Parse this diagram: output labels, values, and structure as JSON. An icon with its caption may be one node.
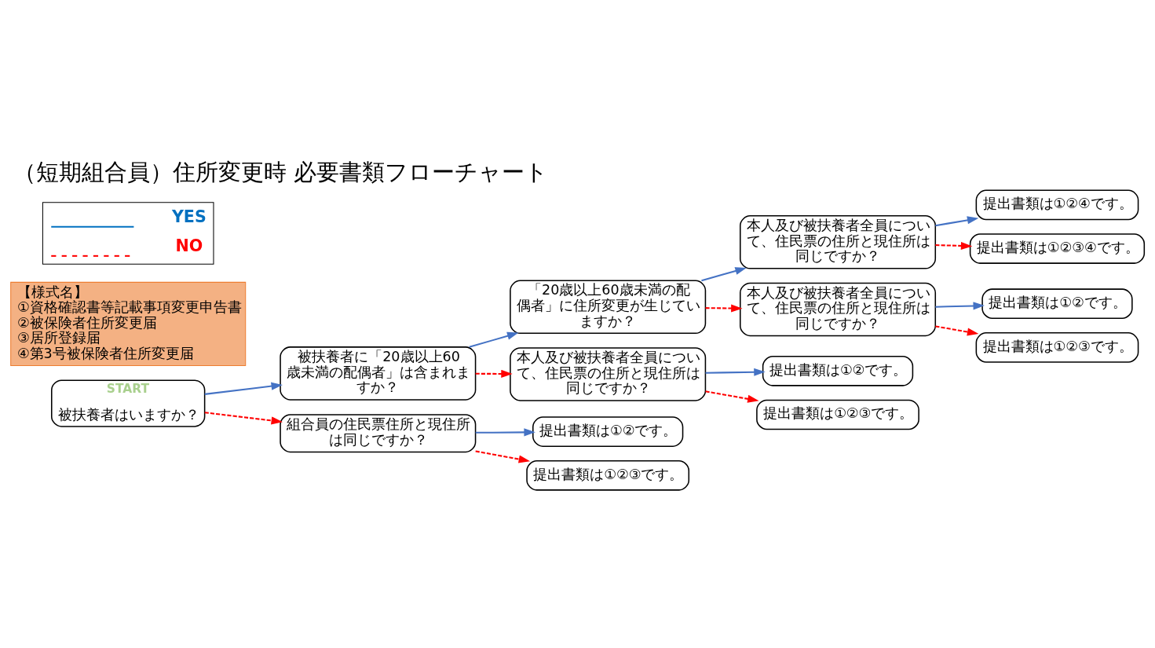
{
  "diagram": {
    "title": "（短期組合員）住所変更時 必要書類フローチャート",
    "nodes": [
      {
        "text": [
          "START",
          "被扶養者はいますか？"
        ]
      },
      {
        "text": [
          "被扶養者に「20歳以上60歳未満の配偶者」は含まれますか？"
        ]
      },
      {
        "text": [
          "組合員の住民票住所と現住所は同じですか？"
        ]
      },
      {
        "text": [
          "「20歳以上60歳未満の配偶者」に住所変更が生じていますか？"
        ]
      },
      {
        "text": [
          "本人及び被扶養者全員について、住民票の住所と現住所は同じですか？"
        ]
      },
      {
        "text": [
          "提出書類は①②です。"
        ]
      },
      {
        "text": [
          "提出書類は①②③です。"
        ]
      },
      {
        "text": [
          "本人及び被扶養者全員について、住民票の住所と現住所は同じですか？"
        ]
      },
      {
        "text": [
          "本人及び被扶養者全員について、住民票の住所と現住所は同じですか？"
        ]
      },
      {
        "text": [
          "提出書類は①②です。"
        ]
      },
      {
        "text": [
          "提出書類は①②③です。"
        ]
      },
      {
        "text": [
          "提出書類は①②④です。"
        ]
      },
      {
        "text": [
          "提出書類は①②③④です。"
        ]
      },
      {
        "text": [
          "提出書類は①②です。"
        ]
      },
      {
        "text": [
          "提出書類は①②③です。"
        ]
      },
      {
        "text": [
          "【様式名】",
          "①資格確認書等記載事項変更申告書",
          "②被保険者住所変更届",
          "③居所登録届",
          "④第3号被保険者住所変更届"
        ]
      }
    ],
    "edges": [
      {
        "from": 0,
        "to": 1,
        "arrow": "to"
      },
      {
        "from": 0,
        "to": 2,
        "arrow": "to",
        "style": "dashed",
        "color": "#ff0000"
      },
      {
        "from": 1,
        "to": 3,
        "arrow": "to"
      },
      {
        "from": 1,
        "to": 4,
        "arrow": "to",
        "style": "dashed",
        "color": "#ff0000"
      },
      {
        "from": 2,
        "to": 5,
        "arrow": "to"
      },
      {
        "from": 2,
        "to": 6,
        "arrow": "to",
        "style": "dashed",
        "color": "#ff0000"
      },
      {
        "from": 3,
        "to": 7,
        "arrow": "to"
      },
      {
        "from": 3,
        "to": 8,
        "arrow": "to",
        "style": "dashed",
        "color": "#ff0000"
      },
      {
        "from": 4,
        "to": 9,
        "arrow": "to"
      },
      {
        "from": 4,
        "to": 10,
        "arrow": "to",
        "style": "dashed",
        "color": "#ff0000"
      },
      {
        "from": 7,
        "to": 11,
        "arrow": "to"
      },
      {
        "from": 7,
        "to": 12,
        "arrow": "to",
        "style": "dashed",
        "color": "#ff0000"
      },
      {
        "from": 8,
        "to": 13,
        "arrow": "to"
      },
      {
        "from": 8,
        "to": 14,
        "arrow": "to",
        "style": "dashed",
        "color": "#ff0000"
      }
    ],
    "legend": [
      {
        "text": "YES"
      },
      {
        "text": "NO"
      }
    ]
  }
}
